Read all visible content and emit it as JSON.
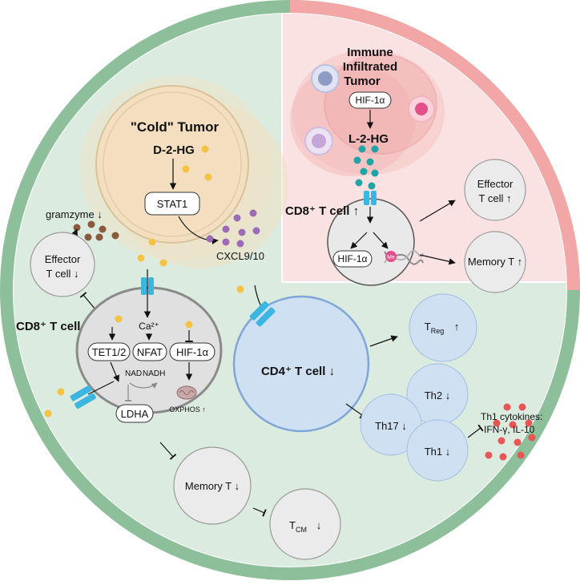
{
  "colors": {
    "ring": "#8cbf9a",
    "panel": "#dcebdf",
    "immune_panel": "#fbe2e2",
    "immune_ring": "#f2a6a6",
    "tumor_fill": "#f3dfc0",
    "cd4_fill": "#cfe0f2",
    "cd4_stroke": "#7fa6d6",
    "th_fill": "#cfe0f2",
    "cell_fill": "#e9e9e9",
    "metabolite": "#f5c242",
    "l2hg": "#1fa5a5",
    "cxcl": "#9b6bb5",
    "gramzyme": "#8a5a3c",
    "cytokine": "#e85555",
    "channel": "#3bb6e0"
  },
  "immune": {
    "title_line1": "Immune",
    "title_line2": "Infiltrated",
    "title_line3": "Tumor",
    "hif": "HIF-1α",
    "l2hg": "L-2-HG",
    "cd8_label": "CD8⁺ T cell ↑",
    "hif_inner": "HIF-1α",
    "me_mark": "Me",
    "effector_line1": "Effector",
    "effector_line2": "T cell ↑",
    "memory": "Memory T ↑"
  },
  "cold": {
    "title": "\"Cold\" Tumor",
    "d2hg": "D-2-HG",
    "stat1": "STAT1",
    "cxcl": "CXCL9/10",
    "gramzyme": "gramzyme ↓"
  },
  "cd8": {
    "label": "CD8⁺ T cell",
    "effector_line1": "Effector",
    "effector_line2": "T cell ↓",
    "ca": "Ca²⁺",
    "tet": "TET1/2",
    "nfat": "NFAT",
    "hif": "HIF-1α",
    "nad": "NAD",
    "nadh": "NADH",
    "ldha": "LDHA",
    "oxphos": "OXPHOS ↑",
    "memory": "Memory T ↓",
    "tcm_main": "T",
    "tcm_sub": "CM",
    "tcm_arrow": "↓"
  },
  "cd4": {
    "label": "CD4⁺ T cell ↓",
    "treg_main": "T",
    "treg_sub": "Reg",
    "treg_arrow": "↑",
    "th2": "Th2 ↓",
    "th17": "Th17 ↓",
    "th1": "Th1 ↓",
    "cytokine_line1": "Th1 cytokines:",
    "cytokine_line2": "IFN-γ, IL-10"
  }
}
